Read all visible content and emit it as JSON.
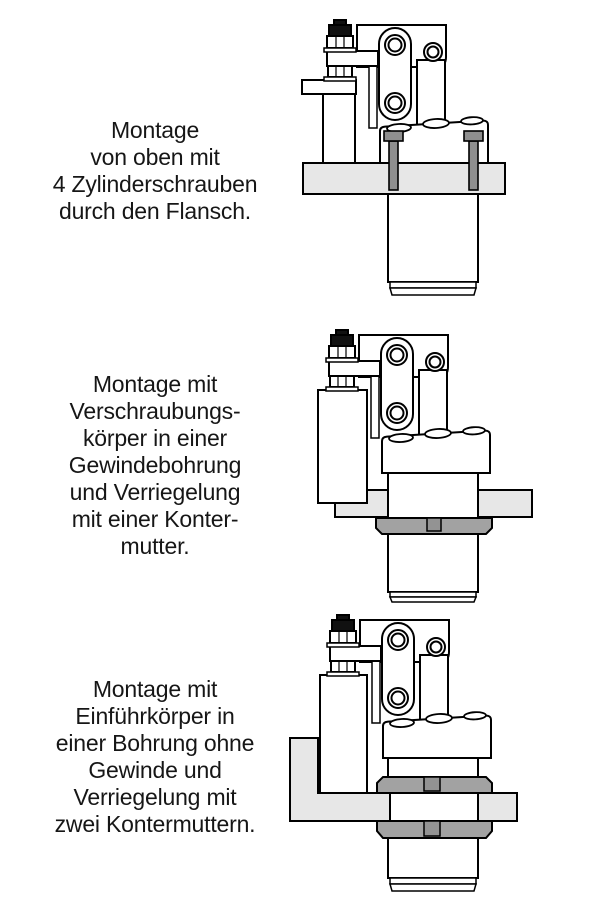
{
  "document": {
    "language": "de",
    "background": "#ffffff",
    "text_color": "#161616"
  },
  "colors": {
    "outline": "#000000",
    "plate_gray": "#e7e7e7",
    "screw_gray": "#8f8f8f",
    "locknut_gray": "#a2a2a2",
    "locknut_notch_gray": "#939393",
    "nut_black": "#111111",
    "white": "#ffffff"
  },
  "sections": [
    {
      "caption": "Montage\nvon oben mit\n4 Zylinderschrauben\ndurch den Flansch.",
      "illustration": "swing-clamp-mounted-from-above-with-four-cylinder-screws-through-flange"
    },
    {
      "caption": "Montage mit\nVerschraubungs-\nkörper in einer\nGewindebohrung\nund Verriegelung\nmit einer Konter-\nmutter.",
      "illustration": "swing-clamp-mounted-with-threaded-body-in-tapped-hole-and-one-locknut"
    },
    {
      "caption": "Montage mit\nEinführkörper in\neiner Bohrung ohne\nGewinde und\nVerriegelung mit\nzwei Kontermuttern.",
      "illustration": "swing-clamp-mounted-with-insert-body-in-plain-hole-and-two-locknuts"
    }
  ]
}
